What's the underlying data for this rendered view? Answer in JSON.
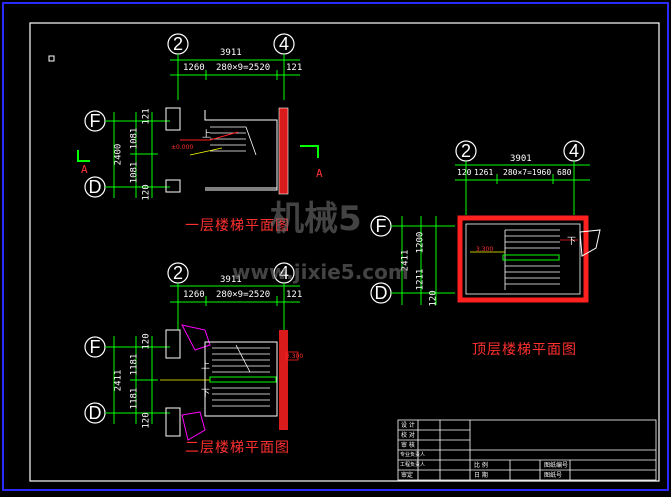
{
  "plan1": {
    "title": "一层楼梯平面图",
    "axis_left": "2",
    "axis_right": "4",
    "axis_top": "F",
    "axis_bottom": "D",
    "dim_total": "3911",
    "dim_a": "1260",
    "dim_b": "280×9=2520",
    "dim_c": "121",
    "vdim_total": "2400",
    "vdim_a": "1081",
    "vdim_b": "1081",
    "vdim_side1": "121",
    "vdim_side2": "120",
    "section_left": "A",
    "section_right": "A",
    "up_label": "上",
    "level": "±0.000"
  },
  "plan2": {
    "title": "二层楼梯平面图",
    "axis_left": "2",
    "axis_right": "4",
    "axis_top": "F",
    "axis_bottom": "D",
    "dim_total": "3911",
    "dim_a": "1260",
    "dim_b": "280×9=2520",
    "dim_c": "121",
    "vdim_total": "2411",
    "vdim_a": "1181",
    "vdim_b": "1181",
    "vdim_side1": "120",
    "vdim_side2": "120",
    "up_label": "上",
    "down_label": "下",
    "level": "3.300"
  },
  "plan3": {
    "title": "顶层楼梯平面图",
    "axis_left": "2",
    "axis_right": "4",
    "axis_top": "F",
    "axis_bottom": "D",
    "dim_total": "3901",
    "dim_a": "120",
    "dim_b": "1261",
    "dim_c": "280×7=1960",
    "dim_d": "680",
    "vdim_total": "2411",
    "vdim_a": "1200",
    "vdim_b": "1211",
    "vdim_side": "120",
    "down_label": "下",
    "level": "3.300"
  },
  "title_block": {
    "rows": [
      "设 计",
      "校 对",
      "审 核",
      "专业负责人",
      "工程负责人",
      "审定"
    ],
    "col2": [
      "比 例",
      "日 期"
    ],
    "col3": [
      "图纸编号",
      "图纸号"
    ]
  },
  "watermark": {
    "line1": "机械5",
    "line2": "www.jixie5.com"
  },
  "colors": {
    "background": "#000000",
    "frame": "#ffffff",
    "dimension": "#00ff00",
    "wall": "#ff2020",
    "axis_line": "#00ff00",
    "title": "#ff3030",
    "yellow": "#ffff00",
    "magenta": "#ff00ff"
  }
}
